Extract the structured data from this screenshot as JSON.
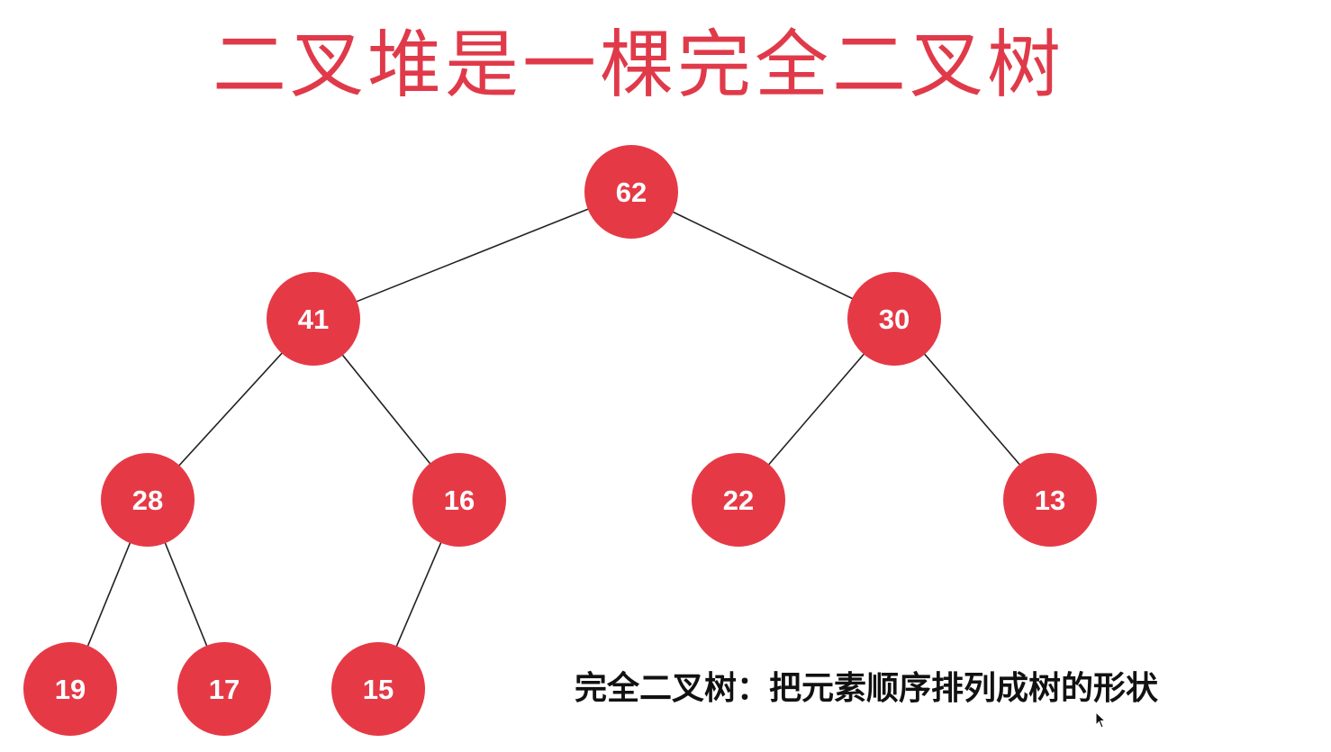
{
  "title": "二叉堆是一棵完全二叉树",
  "caption": "完全二叉树：把元素顺序排列成树的形状",
  "colors": {
    "title": "#e03a4a",
    "node_fill": "#e63946",
    "node_text": "#ffffff",
    "edge": "#222222"
  },
  "tree": {
    "nodes": [
      {
        "id": "n62",
        "value": "62"
      },
      {
        "id": "n41",
        "value": "41"
      },
      {
        "id": "n30",
        "value": "30"
      },
      {
        "id": "n28",
        "value": "28"
      },
      {
        "id": "n16",
        "value": "16"
      },
      {
        "id": "n22",
        "value": "22"
      },
      {
        "id": "n13",
        "value": "13"
      },
      {
        "id": "n19",
        "value": "19"
      },
      {
        "id": "n17",
        "value": "17"
      },
      {
        "id": "n15",
        "value": "15"
      }
    ],
    "edges": [
      {
        "from": "n62",
        "to": "n41"
      },
      {
        "from": "n62",
        "to": "n30"
      },
      {
        "from": "n41",
        "to": "n28"
      },
      {
        "from": "n41",
        "to": "n16"
      },
      {
        "from": "n30",
        "to": "n22"
      },
      {
        "from": "n30",
        "to": "n13"
      },
      {
        "from": "n28",
        "to": "n19"
      },
      {
        "from": "n28",
        "to": "n17"
      },
      {
        "from": "n16",
        "to": "n15"
      }
    ]
  },
  "icons": {
    "cursor": "mouse-pointer-icon"
  }
}
